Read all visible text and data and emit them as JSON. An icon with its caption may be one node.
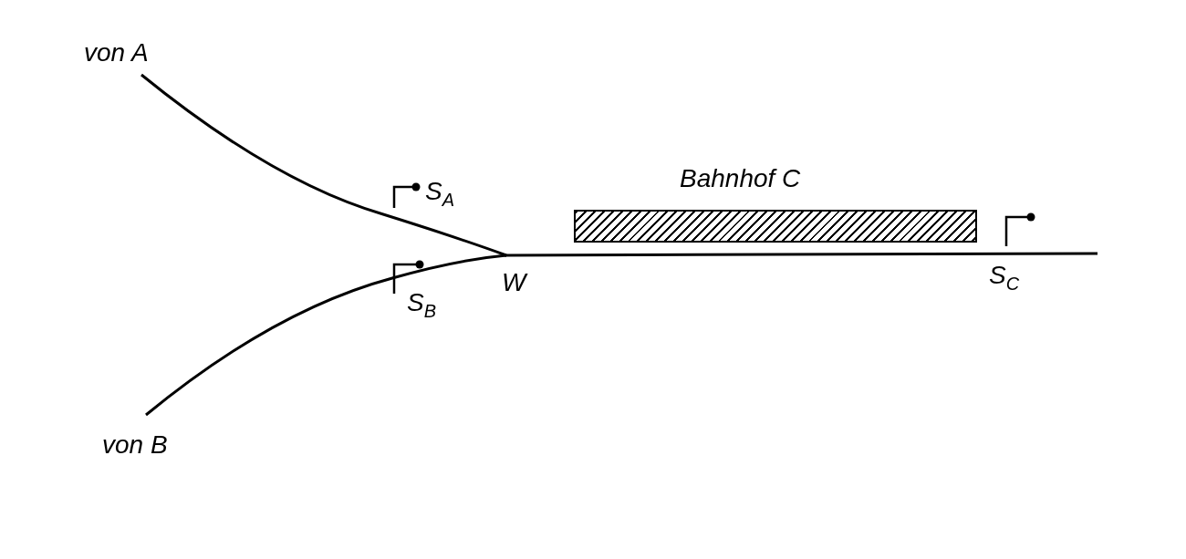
{
  "diagram": {
    "nodes": [
      {
        "text": [
          "Bahnhof C"
        ]
      }
    ],
    "labels": [
      "von A",
      "S$_{A}$",
      "W",
      "S$_{B}$",
      "S$_{C}$",
      "von B"
    ]
  }
}
